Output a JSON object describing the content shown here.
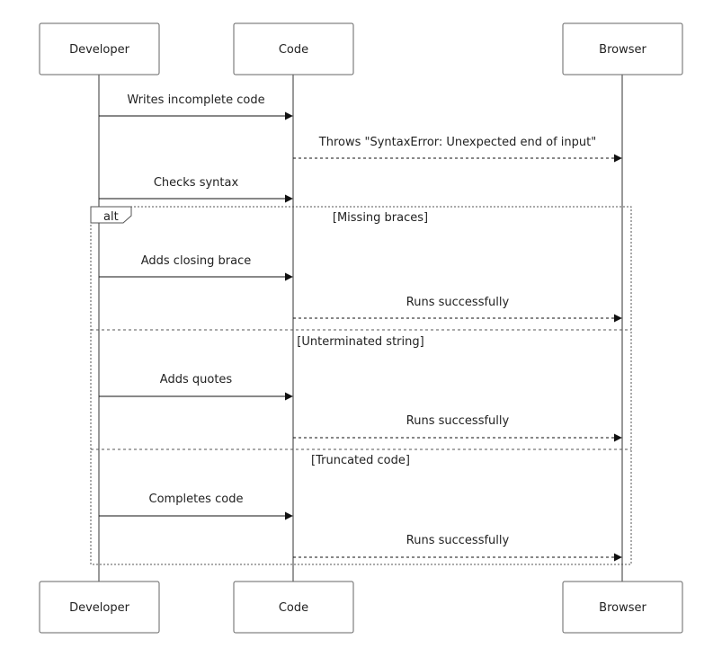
{
  "actors": {
    "developer": "Developer",
    "code": "Code",
    "browser": "Browser"
  },
  "messages": [
    {
      "from": "developer",
      "to": "code",
      "label": "Writes incomplete code",
      "style": "solid"
    },
    {
      "from": "code",
      "to": "browser",
      "label": "Throws \"SyntaxError: Unexpected end of input\"",
      "style": "dashed"
    },
    {
      "from": "developer",
      "to": "code",
      "label": "Checks syntax",
      "style": "solid"
    },
    {
      "from": "developer",
      "to": "code",
      "label": "Adds closing brace",
      "style": "solid"
    },
    {
      "from": "code",
      "to": "browser",
      "label": "Runs successfully",
      "style": "dashed"
    },
    {
      "from": "developer",
      "to": "code",
      "label": "Adds quotes",
      "style": "solid"
    },
    {
      "from": "code",
      "to": "browser",
      "label": "Runs successfully",
      "style": "dashed"
    },
    {
      "from": "developer",
      "to": "code",
      "label": "Completes code",
      "style": "solid"
    },
    {
      "from": "code",
      "to": "browser",
      "label": "Runs successfully",
      "style": "dashed"
    }
  ],
  "alt_frame": {
    "label": "alt",
    "conditions": [
      "[Missing braces]",
      "[Unterminated string]",
      "[Truncated code]"
    ]
  },
  "colors": {
    "line": "#111111",
    "box_border": "#666666",
    "background": "#ffffff"
  }
}
